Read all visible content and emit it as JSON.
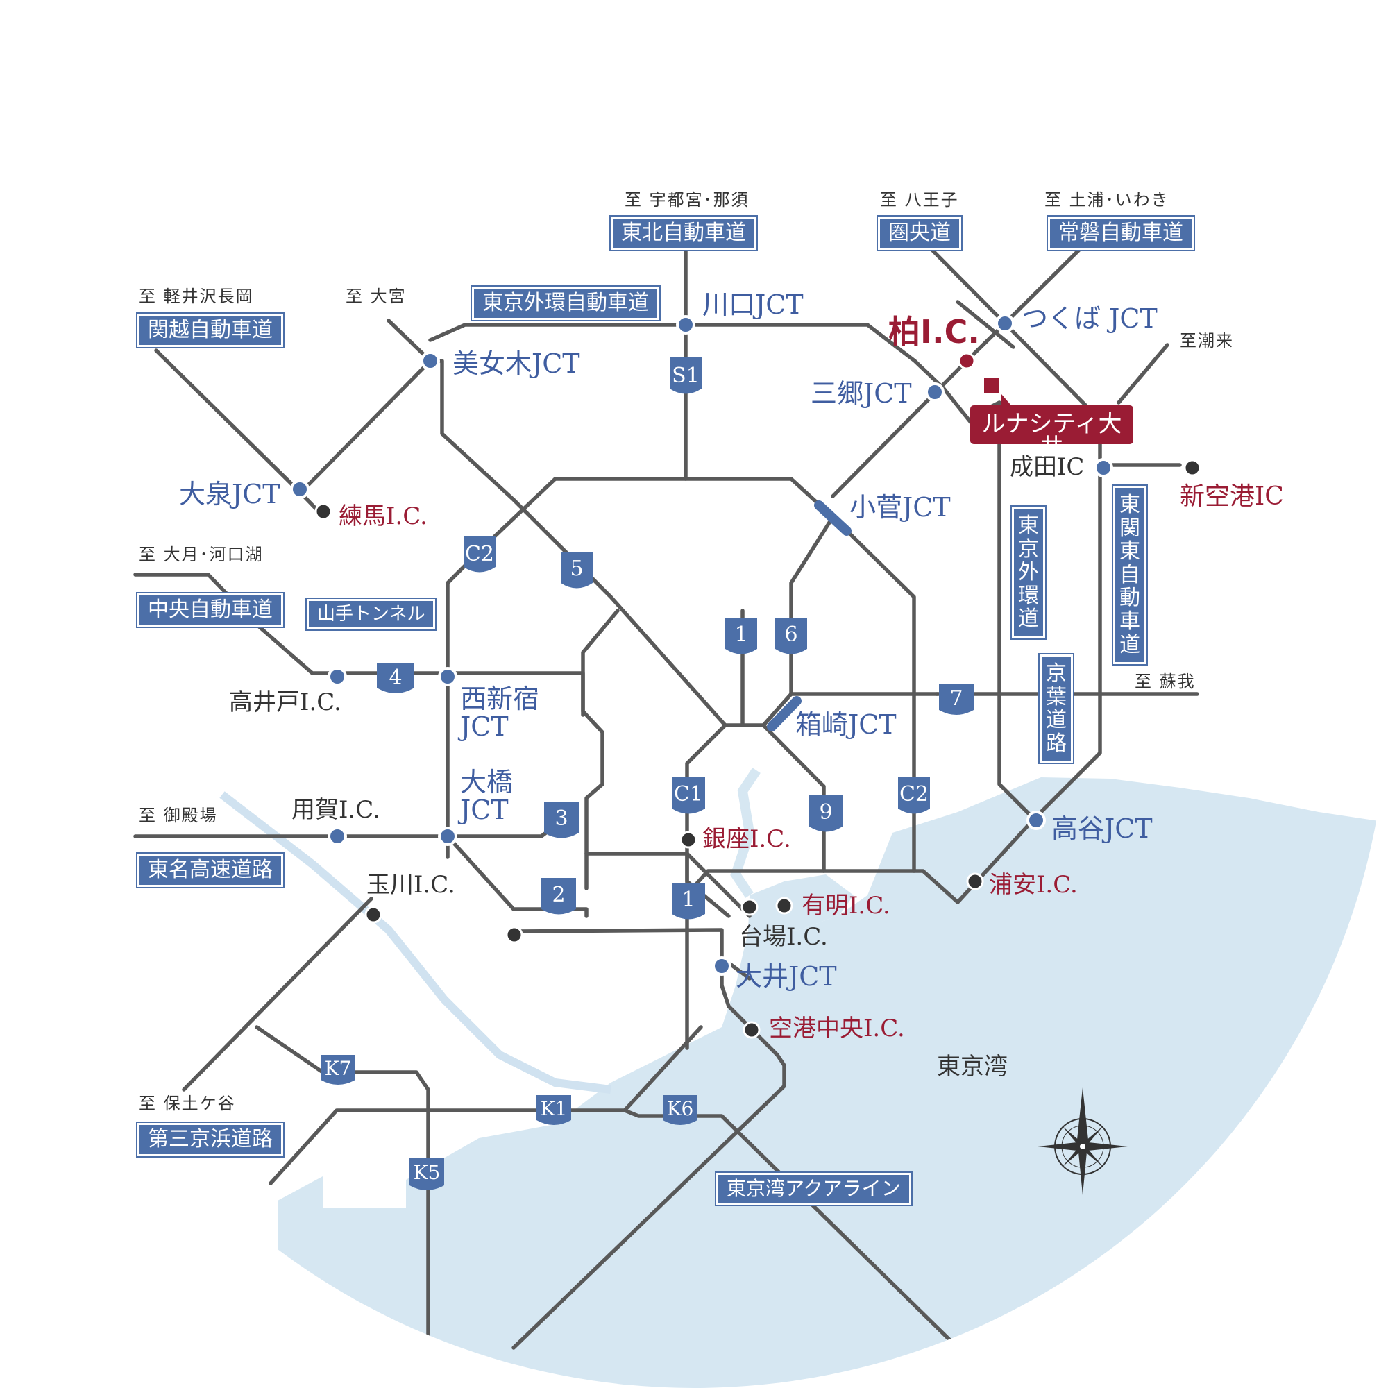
{
  "colors": {
    "road": "#595959",
    "water": "#d6e7f2",
    "accent_blue": "#4c6fa8",
    "accent_red": "#9a1c34"
  },
  "destinations": {
    "utsunomiya": "至 宇都宮･那須",
    "hachioji": "至 八王子",
    "tsuchiura": "至 土浦･いわき",
    "karuizawa": "至 軽井沢長岡",
    "omiya": "至 大宮",
    "itako": "至潮来",
    "otsuki": "至 大月･河口湖",
    "soga": "至 蘇我",
    "gotemba": "至 御殿場",
    "hodogaya": "至 保土ケ谷"
  },
  "roads": {
    "tohoku": "東北自動車道",
    "kenodo": "圏央道",
    "joban": "常磐自動車道",
    "gaikan_h": "東京外環自動車道",
    "kanetsu": "関越自動車道",
    "chuo": "中央自動車道",
    "yamate": "山手トンネル",
    "tomei": "東名高速道路",
    "daisan_keihin": "第三京浜道路",
    "aqualine": "東京湾アクアライン",
    "gaikan_v": "東京外環道",
    "higashikanto": "東関東自動車道",
    "keiyo": "京葉道路"
  },
  "jcts": {
    "kawaguchi": "川口JCT",
    "tsukuba": "つくば JCT",
    "bijogi": "美女木JCT",
    "misato": "三郷JCT",
    "oizumi": "大泉JCT",
    "kosuge": "小菅JCT",
    "nishishinjuku": "西新宿JCT",
    "ohashi": "大橋JCT",
    "hakozaki": "箱崎JCT",
    "takaya": "高谷JCT",
    "oi": "大井JCT"
  },
  "ics": {
    "kashiwa": "柏I.C.",
    "nerima": "練馬I.C.",
    "narita": "成田IC",
    "shinkuko": "新空港IC",
    "takaido": "高井戸I.C.",
    "yoga": "用賀I.C.",
    "tamagawa": "玉川I.C.",
    "ginza": "銀座I.C.",
    "ariake": "有明I.C.",
    "daiba": "台場I.C.",
    "urayasu": "浦安I.C.",
    "kuko_chuo": "空港中央I.C."
  },
  "destination_label": "ルナシティ大井",
  "bay_label": "東京湾",
  "route_numbers": {
    "S1": "S1",
    "C2_west": "C2",
    "r5": "5",
    "r1_north": "1",
    "r6": "6",
    "r4": "4",
    "r7": "7",
    "C1": "C1",
    "r9": "9",
    "C2_east": "C2",
    "r3": "3",
    "r2": "2",
    "r1_south": "1",
    "K7": "K7",
    "K1": "K1",
    "K6": "K6",
    "K5": "K5"
  },
  "compass": "compass-rose-icon"
}
